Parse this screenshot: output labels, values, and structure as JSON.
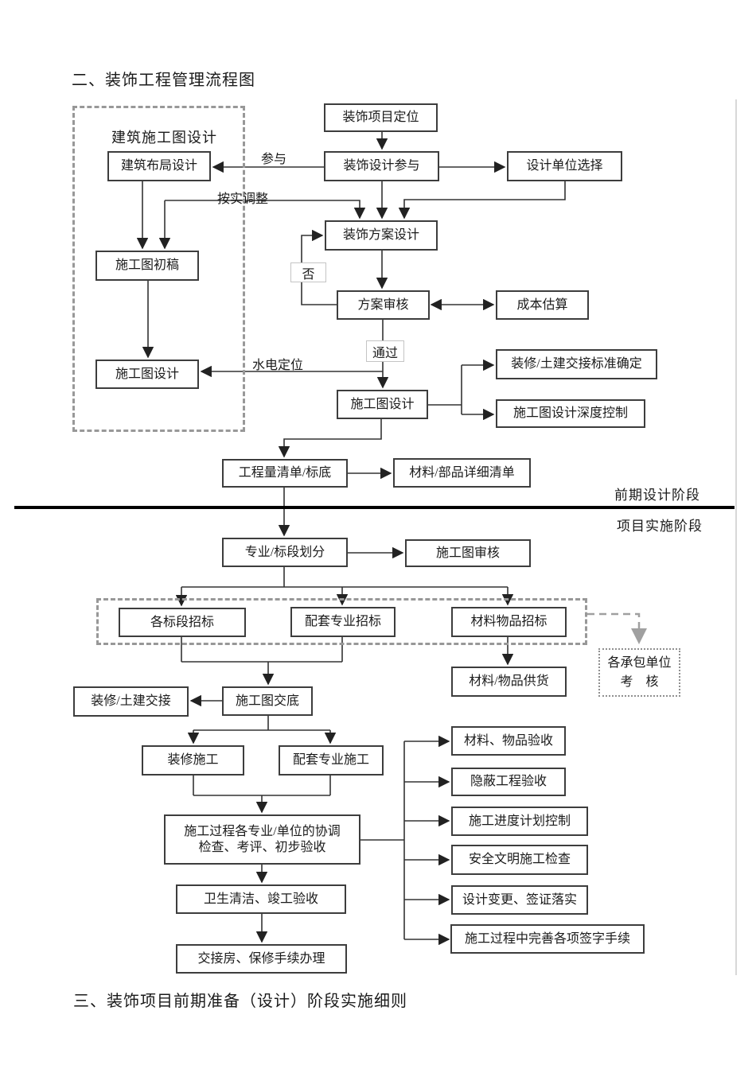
{
  "titles": {
    "section2": "二、装饰工程管理流程图",
    "section3": "三、装饰项目前期准备（设计）阶段实施细则"
  },
  "stages": {
    "design": "前期设计阶段",
    "implementation": "项目实施阶段"
  },
  "groups": {
    "construction_drawing_design": "建筑施工图设计"
  },
  "nodes": {
    "project_positioning": "装饰项目定位",
    "design_participation": "装饰设计参与",
    "design_unit_selection": "设计单位选择",
    "building_layout_design": "建筑布局设计",
    "scheme_design": "装饰方案设计",
    "drawing_draft": "施工图初稿",
    "scheme_review": "方案审核",
    "cost_estimate": "成本估算",
    "drawing_design_left": "施工图设计",
    "drawing_design_center": "施工图设计",
    "handover_standard": "装修/土建交接标准确定",
    "drawing_depth_control": "施工图设计深度控制",
    "boq_base": "工程量清单/标底",
    "material_parts_list": "材料/部品详细清单",
    "specialty_division": "专业/标段划分",
    "drawing_review": "施工图审核",
    "section_tender": "各标段招标",
    "supporting_tender": "配套专业招标",
    "material_tender": "材料物品招标",
    "contractor_assessment_line1": "各承包单位",
    "contractor_assessment_line2": "考　核",
    "material_supply": "材料/物品供货",
    "decoration_civil_handover": "装修/土建交接",
    "drawing_disclosure": "施工图交底",
    "decoration_construction": "装修施工",
    "supporting_construction": "配套专业施工",
    "coordination_line1": "施工过程各专业/单位的协调",
    "coordination_line2": "检查、考评、初步验收",
    "cleaning_acceptance": "卫生清洁、竣工验收",
    "handover_warranty": "交接房、保修手续办理",
    "material_acceptance": "材料、物品验收",
    "concealed_acceptance": "隐蔽工程验收",
    "schedule_control": "施工进度计划控制",
    "safety_inspection": "安全文明施工检查",
    "design_change": "设计变更、签证落实",
    "signature_procedures": "施工过程中完善各项签字手续"
  },
  "edge_labels": {
    "participate": "参与",
    "adjust_per_actual": "按实调整",
    "no": "否",
    "pass": "通过",
    "water_electric_positioning": "水电定位"
  },
  "colors": {
    "line": "#333333",
    "box_border": "#3d3d3d",
    "dashed_border": "#989898",
    "light_tag_border": "#c4c4c4",
    "divider": "#000000",
    "page_border": "#cccccc"
  }
}
